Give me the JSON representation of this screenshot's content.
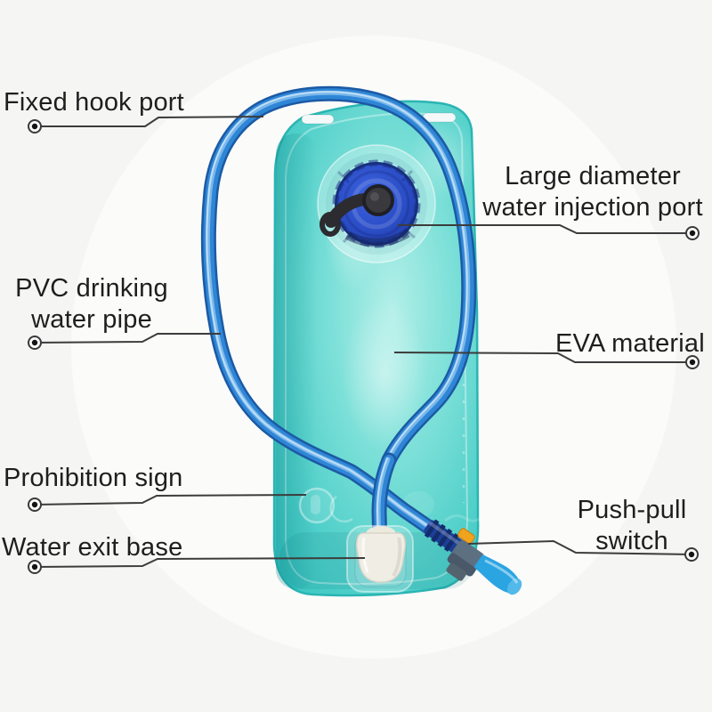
{
  "labels": {
    "fixed_hook_port": "Fixed hook port",
    "injection_line1": "Large diameter",
    "injection_line2": "water injection port",
    "pvc_line1": "PVC drinking",
    "pvc_line2": "water pipe",
    "eva_material": "EVA material",
    "prohibition_sign": "Prohibition sign",
    "water_exit_base": "Water exit base",
    "push_pull_line1": "Push-pull",
    "push_pull_line2": "switch"
  },
  "colors": {
    "background": "#f5f5f4",
    "text": "#1e1e1e",
    "leader": "#3c3c3c",
    "bladder_teal": "#4ecfca",
    "bladder_edge": "#2ab5b3",
    "bladder_highlight": "#aeeee6",
    "tube_blue": "#2f86d6",
    "tube_dark": "#1b5aa4",
    "tube_light": "#7ab7ea",
    "cap_blue": "#2a4cc4",
    "cap_dark": "#182f80",
    "knob_gray": "#3a3a3e",
    "strap_black": "#2b2b30",
    "base_white": "#f0ede4",
    "valve_navy": "#1c3f96",
    "valve_gray": "#5d7082",
    "switch_yellow": "#f0a31c",
    "mouthpiece_blue": "#2ba4e2"
  }
}
